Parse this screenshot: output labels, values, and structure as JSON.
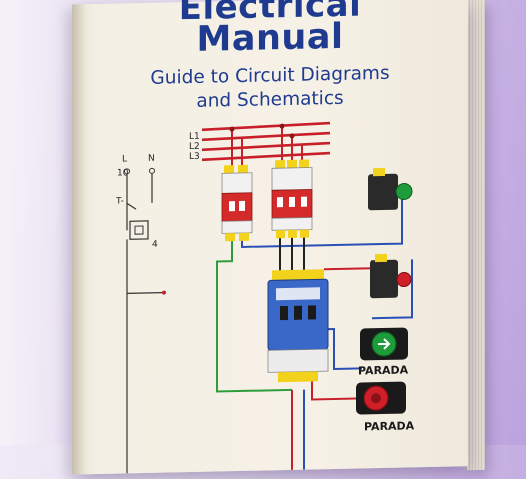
{
  "book": {
    "title_top": "Electrical",
    "title": "Manual",
    "subtitle_line1": "Guide to Circuit Diagrams",
    "subtitle_line2": "and Schematics"
  },
  "diagram": {
    "phase_labels": [
      "L",
      "N"
    ],
    "terminal_marks": [
      "10",
      "T-",
      "4"
    ],
    "bus_marks": [
      "L1",
      "L2",
      "L3"
    ],
    "buttons": [
      {
        "label": "PARADA",
        "color": "#1e9b3a"
      },
      {
        "label": "PARADA",
        "color": "#d11f2a"
      }
    ]
  },
  "colors": {
    "title": "#1f3b8f",
    "bus_red": "#c8202a",
    "wire_blue": "#2a4fb5",
    "wire_green": "#2f9c3c",
    "breaker_red": "#d42a2a",
    "contactor_blue": "#3a68c8"
  }
}
